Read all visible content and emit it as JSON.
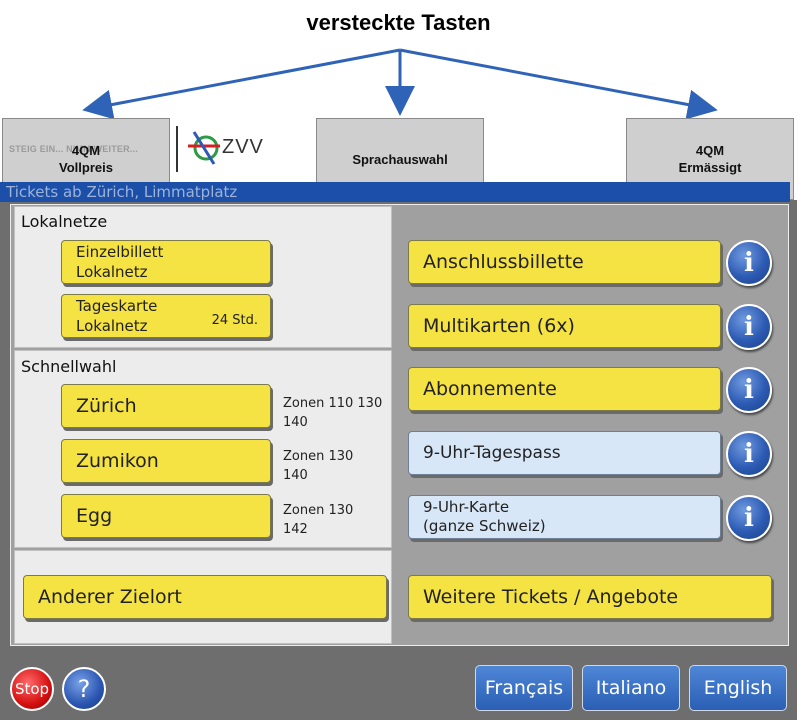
{
  "annotation": {
    "caption": "versteckte Tasten"
  },
  "top_keys": {
    "left": {
      "line1": "4QM",
      "line2": "Vollpreis",
      "ghost_text": "STEIG EIN... NIMM WEITER..."
    },
    "logo": {
      "text": "ZVV",
      "icon": "zvv-logo-icon"
    },
    "center": {
      "label": "Sprachauswahl"
    },
    "right": {
      "line1": "4QM",
      "line2": "Ermässigt"
    }
  },
  "header": {
    "location_text": "Tickets ab Zürich, Limmatplatz"
  },
  "lokalnetze": {
    "title": "Lokalnetze",
    "einzelbillett": {
      "line1": "Einzelbillett",
      "line2": "Lokalnetz"
    },
    "tageskarte": {
      "line1": "Tageskarte",
      "line2": "Lokalnetz",
      "duration": "24 Std."
    }
  },
  "schnellwahl": {
    "title": "Schnellwahl",
    "items": [
      {
        "label": "Zürich",
        "zones_line1": "Zonen 110 130",
        "zones_line2": "140"
      },
      {
        "label": "Zumikon",
        "zones_line1": "Zonen 130",
        "zones_line2": "140"
      },
      {
        "label": "Egg",
        "zones_line1": "Zonen 130",
        "zones_line2": "142"
      }
    ]
  },
  "other_destination": {
    "label": "Anderer Zielort"
  },
  "right_column": {
    "anschluss": "Anschlussbillette",
    "multikarten": "Multikarten (6x)",
    "abonnemente": "Abonnemente",
    "tagespass": "9-Uhr-Tagespass",
    "karte": {
      "line1": "9-Uhr-Karte",
      "line2": "(ganze Schweiz)"
    },
    "weitere": "Weitere Tickets / Angebote",
    "info_glyph": "i"
  },
  "bottom": {
    "stop": "Stop",
    "help": "?",
    "languages": [
      "Français",
      "Italiano",
      "English"
    ]
  },
  "colors": {
    "accent_yellow": "#f5e243",
    "accent_blue": "#1c4fa8",
    "light_blue": "#d8e7f8",
    "arrow_blue": "#2f63b7"
  }
}
